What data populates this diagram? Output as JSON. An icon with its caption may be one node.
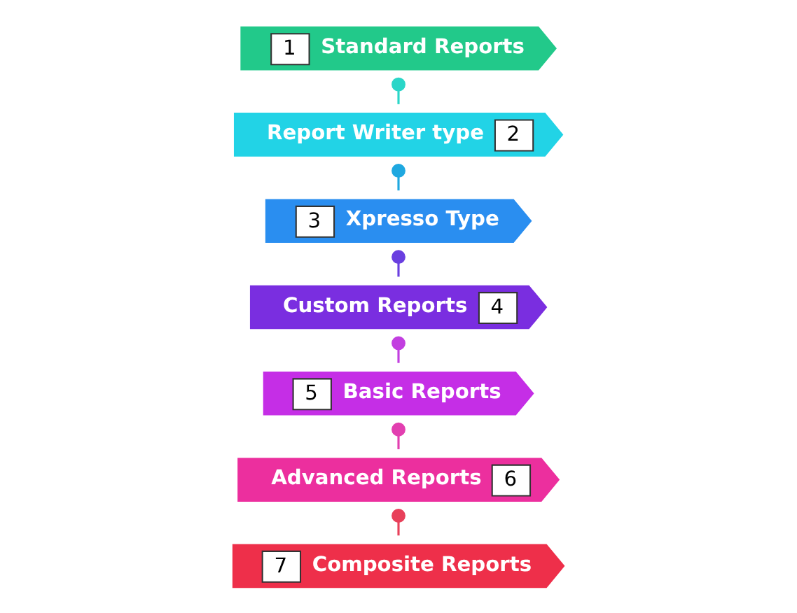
{
  "diagram": {
    "nodes": [
      {
        "text": [
          "1",
          "Standard Reports"
        ]
      },
      {
        "text": [
          "Report Writer type",
          "2"
        ]
      },
      {
        "text": [
          "3",
          "Xpresso Type"
        ]
      },
      {
        "text": [
          "Custom Reports",
          "4"
        ]
      },
      {
        "text": [
          "5",
          "Basic Reports"
        ]
      },
      {
        "text": [
          "Advanced Reports",
          "6"
        ]
      },
      {
        "text": [
          "7",
          "Composite Reports"
        ]
      }
    ],
    "edges": [
      {
        "from": 0,
        "to": 1,
        "arrow": "other",
        "color": "#2ad6c8"
      },
      {
        "from": 1,
        "to": 2,
        "arrow": "other",
        "color": "#1fa8e0"
      },
      {
        "from": 2,
        "to": 3,
        "arrow": "other",
        "color": "#6a3fe0"
      },
      {
        "from": 3,
        "to": 4,
        "arrow": "other",
        "color": "#c23fe0"
      },
      {
        "from": 4,
        "to": 5,
        "arrow": "other",
        "color": "#e23fb0"
      },
      {
        "from": 5,
        "to": 6,
        "arrow": "other",
        "color": "#e8405a"
      }
    ]
  }
}
